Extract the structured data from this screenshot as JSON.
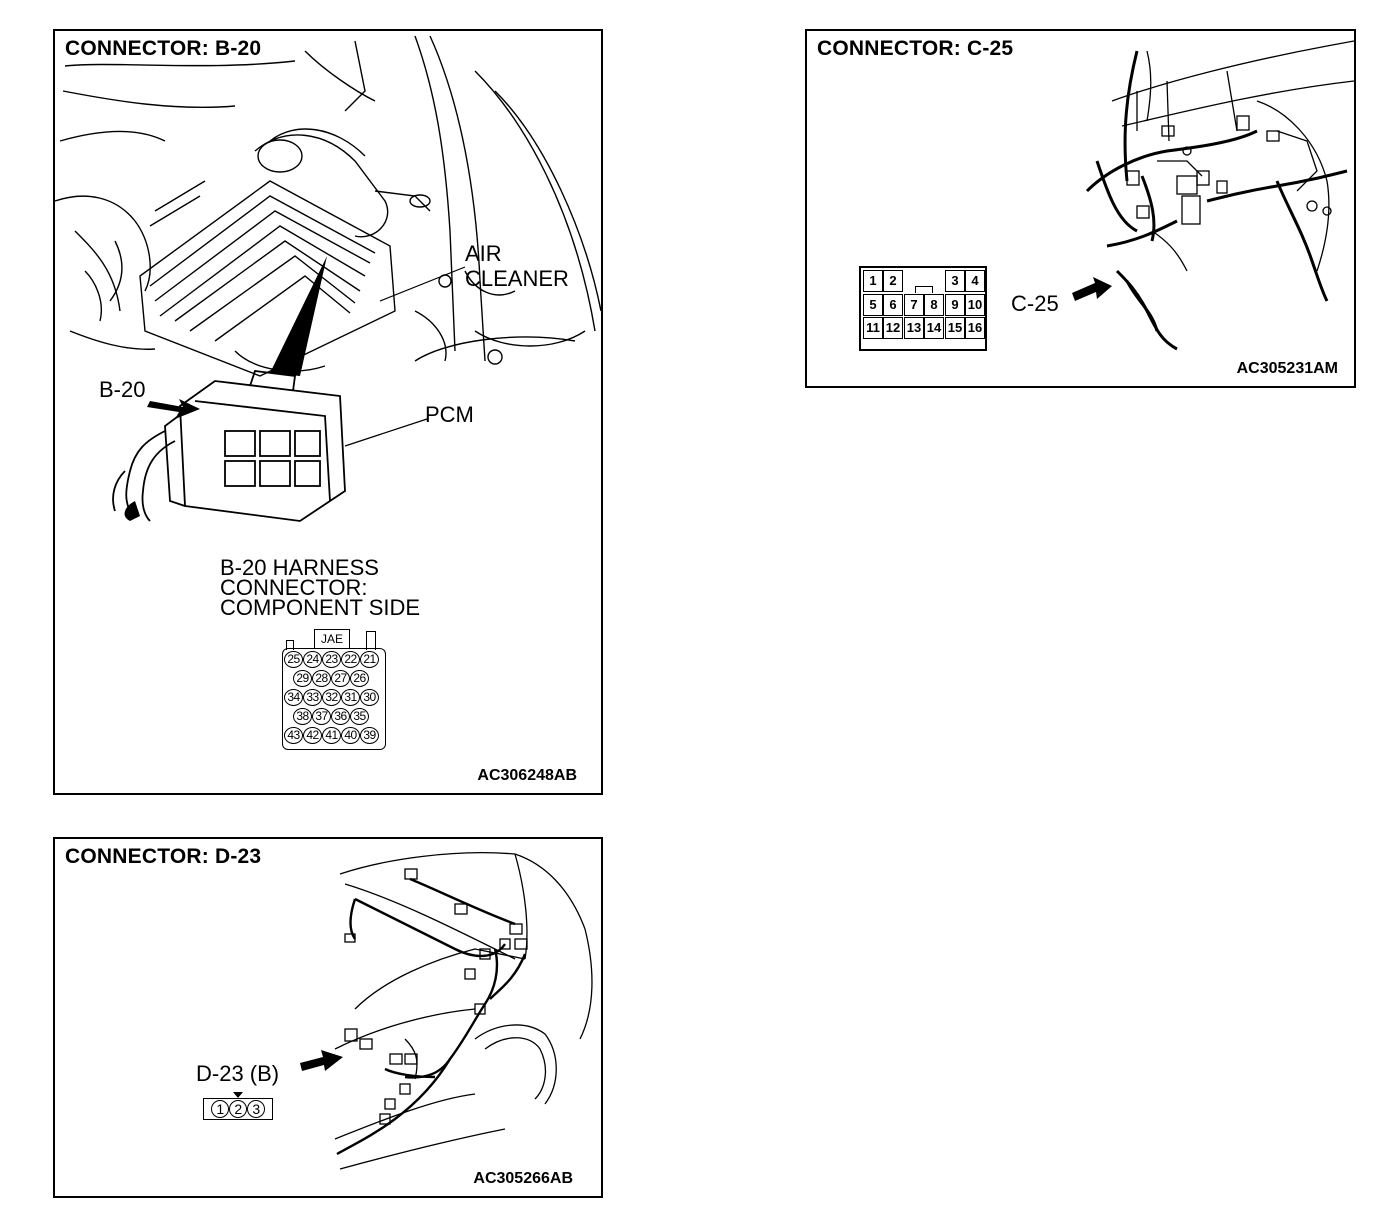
{
  "panels": {
    "b20": {
      "title": "CONNECTOR: B-20",
      "code": "AC306248AB",
      "labels": {
        "air_cleaner_line1": "AIR",
        "air_cleaner_line2": "CLEANER",
        "pcm": "PCM",
        "b20": "B-20",
        "harness_line1": "B-20 HARNESS",
        "harness_line2": "CONNECTOR:",
        "harness_line3": "COMPONENT SIDE",
        "jae": "JAE"
      },
      "pins": [
        [
          "25",
          "24",
          "23",
          "22",
          "21"
        ],
        [
          "29",
          "28",
          "27",
          "26"
        ],
        [
          "34",
          "33",
          "32",
          "31",
          "30"
        ],
        [
          "38",
          "37",
          "36",
          "35"
        ],
        [
          "43",
          "42",
          "41",
          "40",
          "39"
        ]
      ]
    },
    "c25": {
      "title": "CONNECTOR: C-25",
      "code": "AC305231AM",
      "labels": {
        "c25": "C-25"
      },
      "pins": {
        "row1": [
          "1",
          "2",
          "",
          "",
          "3",
          "4"
        ],
        "row2": [
          "5",
          "6",
          "7",
          "8",
          "9",
          "10"
        ],
        "row3": [
          "11",
          "12",
          "13",
          "14",
          "15",
          "16"
        ]
      }
    },
    "d23": {
      "title": "CONNECTOR: D-23",
      "code": "AC305266AB",
      "labels": {
        "d23": "D-23 (B)"
      },
      "pins": [
        "1",
        "2",
        "3"
      ]
    }
  }
}
